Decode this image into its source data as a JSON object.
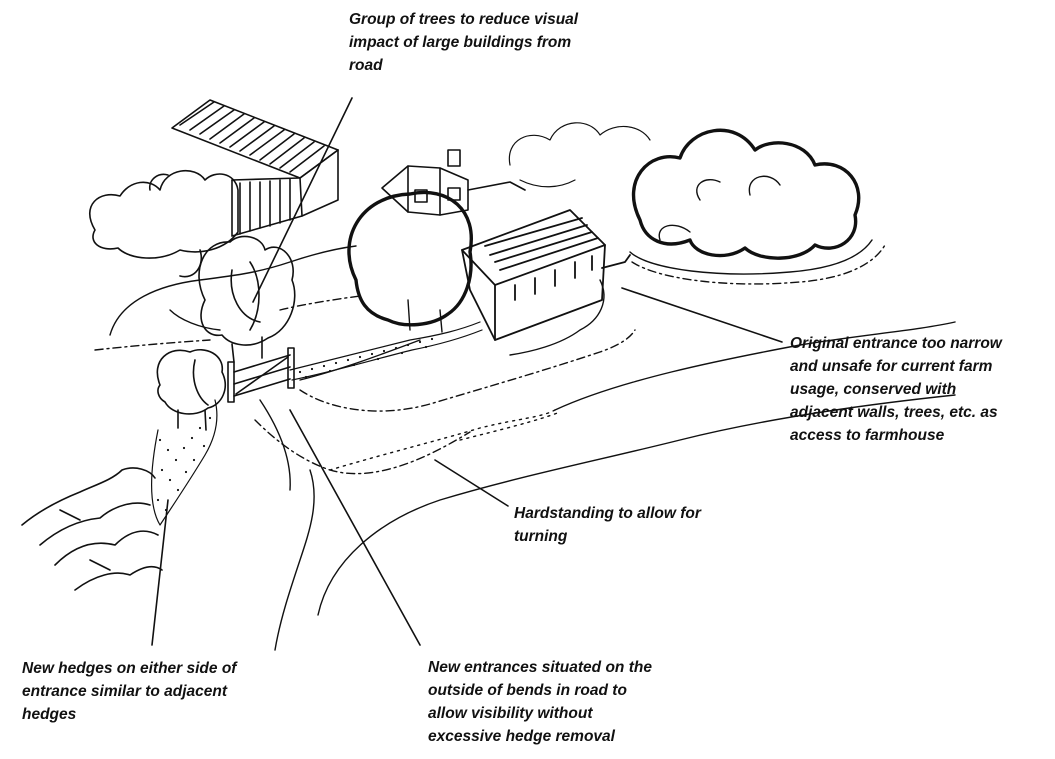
{
  "annotations": {
    "trees": "Group of trees to reduce visual\nimpact of large buildings from\nroad",
    "original_entrance": "Original entrance too narrow\nand unsafe for current farm\nusage, conserved with\nadjacent walls, trees, etc. as\naccess to farmhouse",
    "hardstanding": "Hardstanding to allow for\nturning",
    "new_hedges": "New hedges on either side of\nentrance similar to adjacent\nhedges",
    "new_entrances": "New entrances situated on the\noutside of bends in road to\nallow visibility without\nexcessive hedge removal"
  },
  "ink_color": "#111111"
}
